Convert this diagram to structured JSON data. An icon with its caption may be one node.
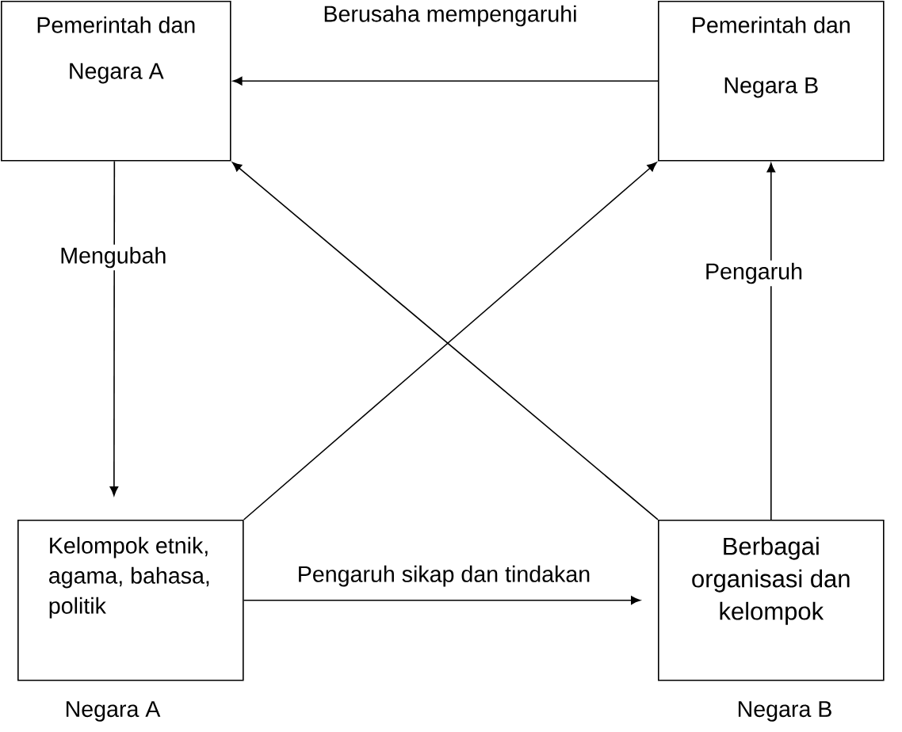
{
  "diagram": {
    "nodes": [
      {
        "text": [
          "Pemerintah dan Negara A"
        ]
      },
      {
        "text": [
          "Pemerintah dan Negara B"
        ]
      },
      {
        "text": [
          "Kelompok etnik, agama, bahasa, politik"
        ],
        "beside": [
          "Negara A"
        ]
      },
      {
        "text": [
          "Berbagai organisasi dan kelompok"
        ],
        "beside": [
          "Negara B"
        ]
      }
    ],
    "edges": [
      {
        "from": 1,
        "to": 0,
        "arrow": "to",
        "label": "Berusaha mempengaruhi"
      },
      {
        "from": 0,
        "to": 2,
        "arrow": "to",
        "label": "Mengubah"
      },
      {
        "from": 3,
        "to": 1,
        "arrow": "to",
        "label": "Pengaruh"
      },
      {
        "from": 2,
        "to": 1,
        "arrow": "to"
      },
      {
        "from": 3,
        "to": 0,
        "arrow": "to"
      },
      {
        "from": 2,
        "to": 3,
        "arrow": "to",
        "label": "Pengaruh sikap dan tindakan"
      }
    ]
  }
}
